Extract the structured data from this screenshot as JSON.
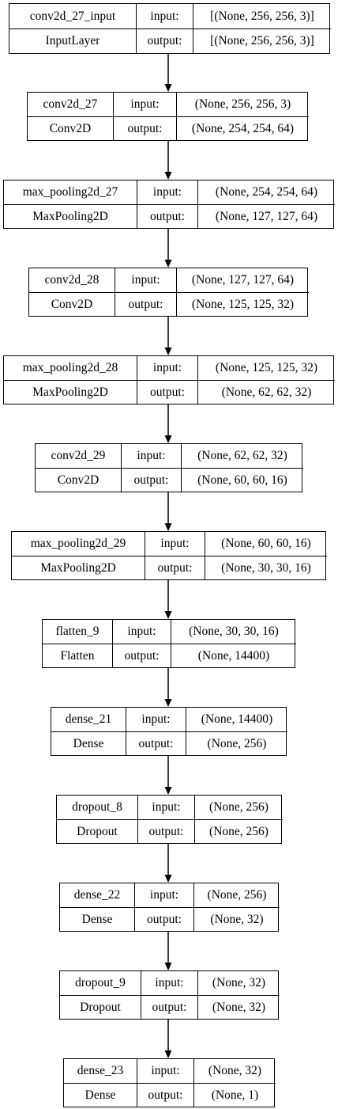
{
  "layers": [
    {
      "name": "conv2d_27_input",
      "type": "InputLayer",
      "input": "[(None, 256, 256, 3)]",
      "output": "[(None, 256, 256, 3)]"
    },
    {
      "name": "conv2d_27",
      "type": "Conv2D",
      "input": "(None, 256, 256, 3)",
      "output": "(None, 254, 254, 64)"
    },
    {
      "name": "max_pooling2d_27",
      "type": "MaxPooling2D",
      "input": "(None, 254, 254, 64)",
      "output": "(None, 127, 127, 64)"
    },
    {
      "name": "conv2d_28",
      "type": "Conv2D",
      "input": "(None, 127, 127, 64)",
      "output": "(None, 125, 125, 32)"
    },
    {
      "name": "max_pooling2d_28",
      "type": "MaxPooling2D",
      "input": "(None, 125, 125, 32)",
      "output": "(None, 62, 62, 32)"
    },
    {
      "name": "conv2d_29",
      "type": "Conv2D",
      "input": "(None, 62, 62, 32)",
      "output": "(None, 60, 60, 16)"
    },
    {
      "name": "max_pooling2d_29",
      "type": "MaxPooling2D",
      "input": "(None, 60, 60, 16)",
      "output": "(None, 30, 30, 16)"
    },
    {
      "name": "flatten_9",
      "type": "Flatten",
      "input": "(None, 30, 30, 16)",
      "output": "(None, 14400)"
    },
    {
      "name": "dense_21",
      "type": "Dense",
      "input": "(None, 14400)",
      "output": "(None, 256)"
    },
    {
      "name": "dropout_8",
      "type": "Dropout",
      "input": "(None, 256)",
      "output": "(None, 256)"
    },
    {
      "name": "dense_22",
      "type": "Dense",
      "input": "(None, 256)",
      "output": "(None, 32)"
    },
    {
      "name": "dropout_9",
      "type": "Dropout",
      "input": "(None, 32)",
      "output": "(None, 32)"
    },
    {
      "name": "dense_23",
      "type": "Dense",
      "input": "(None, 32)",
      "output": "(None, 1)"
    }
  ],
  "labels": {
    "input": "input:",
    "output": "output:"
  }
}
